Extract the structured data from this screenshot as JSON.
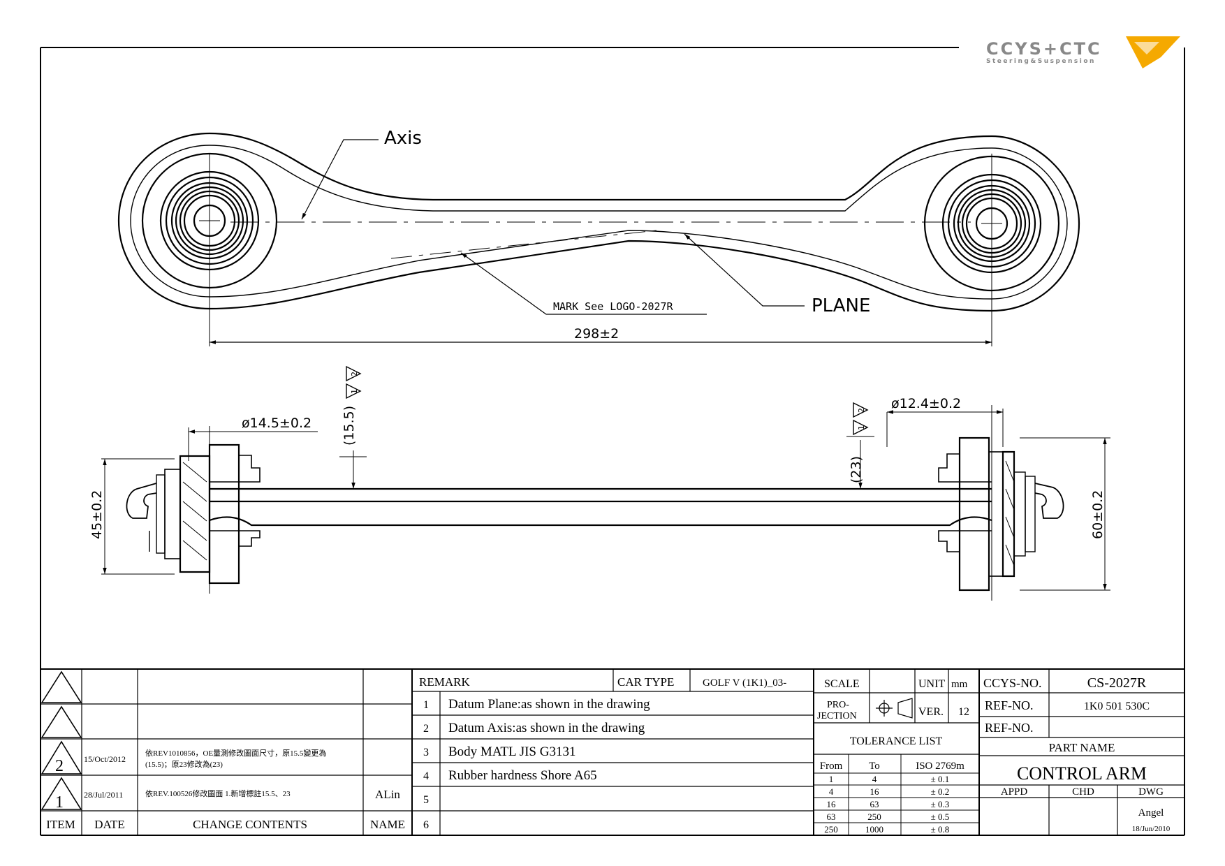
{
  "logo": {
    "brand": "CCYS+CTC",
    "tagline": "Steering&Suspension"
  },
  "top_view": {
    "axis_label": "Axis",
    "plane_label": "PLANE",
    "mark_label": "MARK See LOGO-2027R",
    "length_dim": "298±2"
  },
  "side_view": {
    "dia_left": "ø14.5±0.2",
    "dia_right": "ø12.4±0.2",
    "offset_left": "(15.5)",
    "offset_right": "(23)",
    "rev_mark_1": "1",
    "rev_mark_2": "2",
    "height_left": "45±0.2",
    "height_right": "60±0.2"
  },
  "revision_table": {
    "headers": {
      "item": "ITEM",
      "date": "DATE",
      "contents": "CHANGE CONTENTS",
      "name": "NAME"
    },
    "rows": [
      {
        "item": "",
        "date": "",
        "contents": "",
        "name": ""
      },
      {
        "item": "",
        "date": "",
        "contents": "",
        "name": ""
      },
      {
        "item": "2",
        "date": "15/Oct/2012",
        "contents_line1": "依REV1010856，OE量測修改圖面尺寸，原15.5變更為",
        "contents_line2": "(15.5)；原23修改為(23)",
        "name": ""
      },
      {
        "item": "1",
        "date": "28/Jul/2011",
        "contents": "依REV.100526修改圖面 1.新增標註15.5、23",
        "name": "ALin"
      }
    ]
  },
  "remark": {
    "title": "REMARK",
    "car_type_label": "CAR TYPE",
    "car_type": "GOLF V (1K1)_03-",
    "items": [
      {
        "no": "1",
        "text": "Datum Plane:as shown in the drawing"
      },
      {
        "no": "2",
        "text": "Datum Axis:as shown in the drawing"
      },
      {
        "no": "3",
        "text": "Body MATL JIS G3131"
      },
      {
        "no": "4",
        "text": "Rubber hardness Shore A65"
      },
      {
        "no": "5",
        "text": ""
      },
      {
        "no": "6",
        "text": ""
      }
    ]
  },
  "scale_block": {
    "scale_label": "SCALE",
    "unit_label": "UNIT",
    "unit": "mm",
    "projection_line1": "PRO-",
    "projection_line2": "JECTION",
    "ver_label": "VER.",
    "ver": "12"
  },
  "tolerance": {
    "title": "TOLERANCE LIST",
    "headers": [
      "From",
      "To",
      "ISO 2769m"
    ],
    "rows": [
      [
        "1",
        "4",
        "± 0.1"
      ],
      [
        "4",
        "16",
        "± 0.2"
      ],
      [
        "16",
        "63",
        "± 0.3"
      ],
      [
        "63",
        "250",
        "± 0.5"
      ],
      [
        "250",
        "1000",
        "± 0.8"
      ]
    ]
  },
  "title_block": {
    "ccys_label": "CCYS-NO.",
    "ccys_no": "CS-2027R",
    "ref_label": "REF-NO.",
    "ref_no_1": "1K0 501 530C",
    "ref_no_2": "",
    "part_name_label": "PART NAME",
    "part_name": "CONTROL ARM",
    "appd_label": "APPD",
    "chd_label": "CHD",
    "dwg_label": "DWG",
    "drawn_by": "Angel",
    "drawn_date": "18/Jun/2010"
  }
}
